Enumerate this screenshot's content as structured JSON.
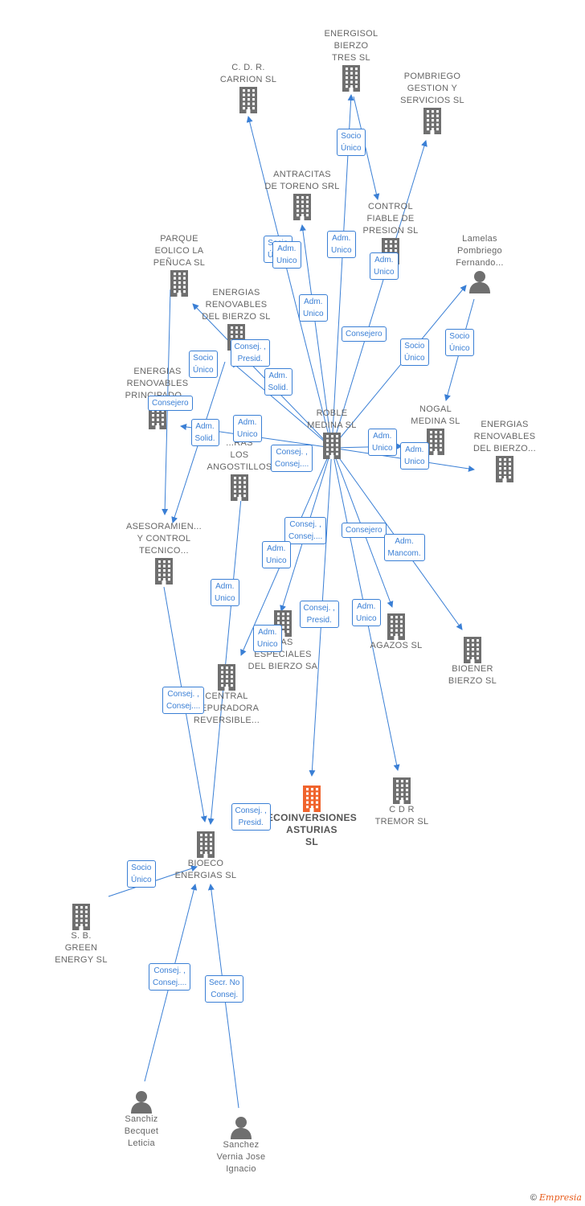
{
  "nodes": [
    {
      "id": "energisol",
      "type": "company",
      "label": "ENERGISOL\nBIERZO\nTRES SL"
    },
    {
      "id": "cdr_carrion",
      "type": "company",
      "label": "C. D. R.\nCARRION SL"
    },
    {
      "id": "pombriego",
      "type": "company",
      "label": "POMBRIEGO\nGESTION Y\nSERVICIOS SL"
    },
    {
      "id": "antracitas",
      "type": "company",
      "label": "ANTRACITAS\nDE TORENO SRL"
    },
    {
      "id": "control_fiable",
      "type": "company",
      "label": "CONTROL\nFIABLE DE\nPRESION SL"
    },
    {
      "id": "lamelas",
      "type": "person",
      "label": "Lamelas\nPombriego\nFernando..."
    },
    {
      "id": "parque_eolico",
      "type": "company",
      "label": "PARQUE\nEOLICO LA\nPEÑUCA SL"
    },
    {
      "id": "energias_bierzo",
      "type": "company",
      "label": "ENERGIAS\nRENOVABLES\nDEL BIERZO SL"
    },
    {
      "id": "energias_principado",
      "type": "company",
      "label": "ENERGIAS\nRENOVABLES\nPRINCIPADO..."
    },
    {
      "id": "roble",
      "type": "company",
      "label": "ROBLE\nMEDINA SL"
    },
    {
      "id": "nogal",
      "type": "company",
      "label": "NOGAL\nMEDINA SL"
    },
    {
      "id": "energias_bierzo2",
      "type": "company",
      "label": "ENERGIAS\nRENOVABLES\nDEL BIERZO..."
    },
    {
      "id": "angostillos",
      "type": "company",
      "label": "...RAS\nLOS\nANGOSTILLOS"
    },
    {
      "id": "asesoramiento",
      "type": "company",
      "label": "ASESORAMIEN...\nY CONTROL\nTECNICO..."
    },
    {
      "id": "especiales",
      "type": "company",
      "label": "...AS\nESPECIALES\nDEL BIERZO SA"
    },
    {
      "id": "agazos",
      "type": "company",
      "label": "AGAZOS SL"
    },
    {
      "id": "bioener",
      "type": "company",
      "label": "BIOENER\nBIERZO SL"
    },
    {
      "id": "central",
      "type": "company",
      "label": "CENTRAL\nDEPURADORA\nREVERSIBLE..."
    },
    {
      "id": "ecoinversiones",
      "type": "company",
      "label": "ECOINVERSIONES\nASTURIAS\nSL",
      "main": true
    },
    {
      "id": "cdr_tremor",
      "type": "company",
      "label": "C D R\nTREMOR SL"
    },
    {
      "id": "bioeco",
      "type": "company",
      "label": "BIOECO\nENERGIAS SL"
    },
    {
      "id": "sb_green",
      "type": "company",
      "label": "S. B.\nGREEN\nENERGY SL"
    },
    {
      "id": "sanchiz",
      "type": "person",
      "label": "Sanchiz\nBecquet\nLeticia"
    },
    {
      "id": "sanchez",
      "type": "person",
      "label": "Sanchez\nVernia Jose\nIgnacio"
    }
  ],
  "relations": [
    "Socio\nÚnico",
    "Socio\nÚnico",
    "Adm.\nUnico",
    "Adm.\nUnico",
    "Adm.\nUnico",
    "Adm.\nUnico",
    "Socio\nÚnico",
    "Socio\nÚnico",
    "Consej. ,\nPresid.",
    "Socio\nÚnico",
    "Adm.\nSolid.",
    "Consejero",
    "Adm.\nSolid.",
    "Adm.\nUnico",
    "Consej. ,\nConsej....",
    "Adm.\nUnico",
    "Adm.\nUnico",
    "Consej. ,\nConsej....",
    "Consejero",
    "Adm.\nUnico",
    "Adm.\nMancom.",
    "Adm.\nUnico",
    "Consej. ,\nPresid.",
    "Adm.\nUnico",
    "Adm.\nUnico",
    "Consej. ,\nConsej....",
    "Consej. ,\nPresid.",
    "Socio\nÚnico",
    "Consej. ,\nConsej....",
    "Secr. No\nConsej.",
    "Consejero"
  ],
  "colors": {
    "edge": "#3a7fd5",
    "company_icon": "#6f6f6f",
    "main_icon": "#f0642d",
    "person_icon": "#6f6f6f"
  },
  "footer": {
    "copyright": "©",
    "brand": "Empresia"
  }
}
